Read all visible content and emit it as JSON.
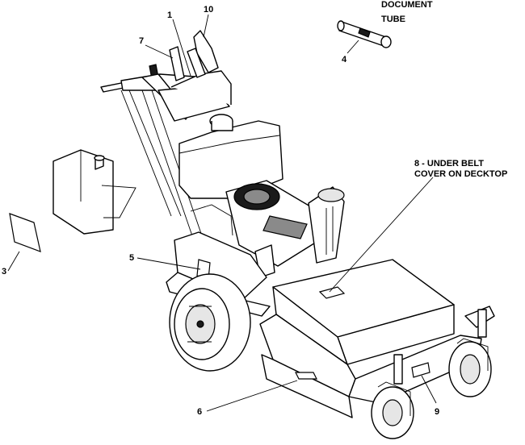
{
  "callouts": {
    "c1": "1",
    "c3": "3",
    "c4": "4",
    "c5": "5",
    "c6": "6",
    "c7": "7",
    "c8": "8 - UNDER BELT",
    "c8b": "COVER ON DECKTOP",
    "c9": "9",
    "c10": "10"
  },
  "document_tube": {
    "line1": "DOCUMENT",
    "line2": "TUBE"
  }
}
